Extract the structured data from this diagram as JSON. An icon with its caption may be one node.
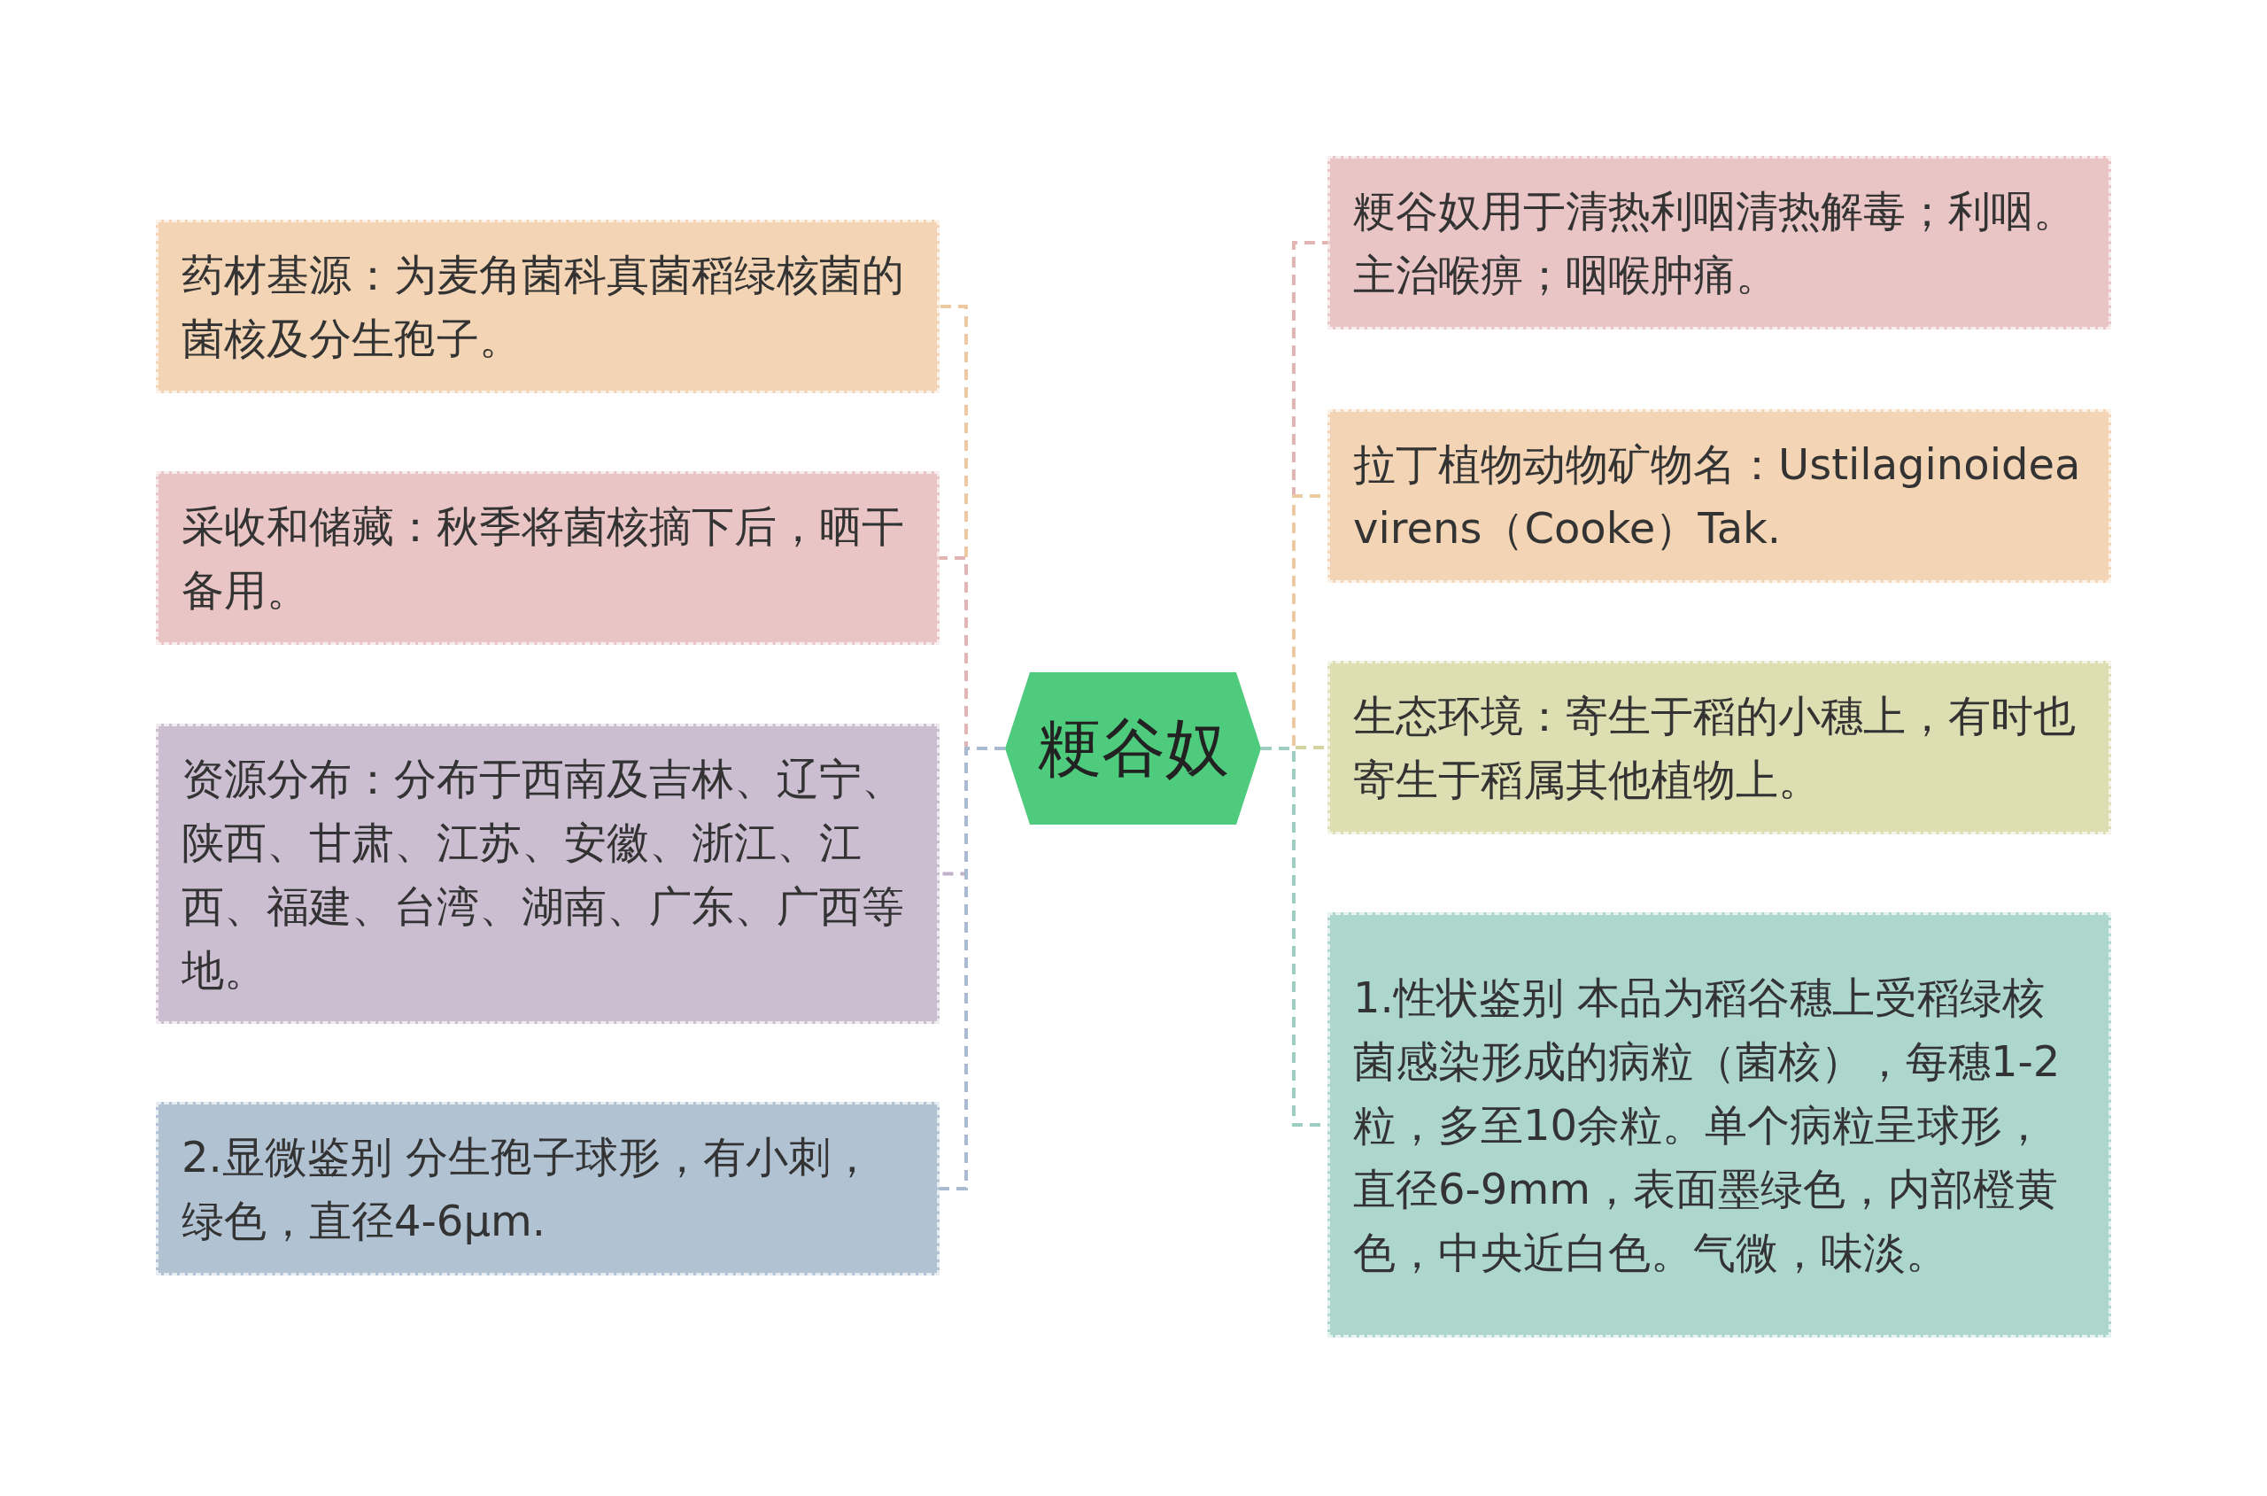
{
  "diagram": {
    "nodes": [
      {
        "text": [
          "粳谷奴"
        ]
      },
      {
        "text": [
          "药材基源：为麦角菌科真菌稻绿核菌的菌核及分生孢子。"
        ]
      },
      {
        "text": [
          "采收和储藏：秋季将菌核摘下后，晒干备用。"
        ]
      },
      {
        "text": [
          "资源分布：分布于西南及吉林、辽宁、陕西、甘肃、江苏、安徽、浙江、江西、福建、台湾、湖南、广东、广西等地。"
        ]
      },
      {
        "text": [
          "2.显微鉴别 分生孢子球形，有小刺，绿色，直径4-6μm."
        ]
      },
      {
        "text": [
          "粳谷奴用于清热利咽清热解毒；利咽。主治喉痹；咽喉肿痛。"
        ]
      },
      {
        "text": [
          "拉丁植物动物矿物名：Ustilaginoidea virens（Cooke）Tak."
        ]
      },
      {
        "text": [
          "生态环境：寄生于稻的小穗上，有时也寄生于稻属其他植物上。"
        ]
      },
      {
        "text": [
          "1.性状鉴别 本品为稻谷穗上受稻绿核菌感染形成的病粒（菌核），每穗1-2粒，多至10余粒。单个病粒呈球形，直径6-9mm，表面墨绿色，内部橙黄色，中央近白色。气微，味淡。"
        ]
      }
    ],
    "edges": [
      {
        "from": 0,
        "to": 1,
        "arrow": "none",
        "style": "dashed",
        "color": "#ecc9a0"
      },
      {
        "from": 0,
        "to": 2,
        "arrow": "none",
        "style": "dashed",
        "color": "#e2b5b5"
      },
      {
        "from": 0,
        "to": 3,
        "arrow": "none",
        "style": "dashed",
        "color": "#bfb2c9"
      },
      {
        "from": 0,
        "to": 4,
        "arrow": "none",
        "style": "dashed",
        "color": "#a9bbd0"
      },
      {
        "from": 0,
        "to": 5,
        "arrow": "none",
        "style": "dashed",
        "color": "#e2b5b5"
      },
      {
        "from": 0,
        "to": 6,
        "arrow": "none",
        "style": "dashed",
        "color": "#ecc9a0"
      },
      {
        "from": 0,
        "to": 7,
        "arrow": "none",
        "style": "dashed",
        "color": "#d3d4a0"
      },
      {
        "from": 0,
        "to": 8,
        "arrow": "none",
        "style": "dashed",
        "color": "#9ccfc2"
      }
    ]
  }
}
